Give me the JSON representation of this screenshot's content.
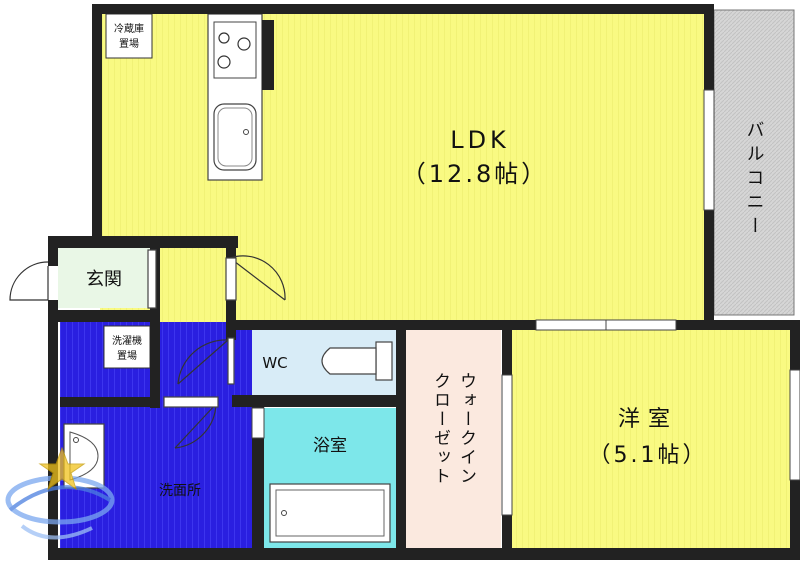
{
  "rooms": {
    "ldk": {
      "name": "LDK",
      "size": "（12.8帖）"
    },
    "western": {
      "name": "洋室",
      "size": "（5.1帖）"
    },
    "balcony": {
      "name": "バルコニー"
    },
    "entrance": {
      "name": "玄関"
    },
    "wc": {
      "name": "WC"
    },
    "bath": {
      "name": "浴室"
    },
    "washroom": {
      "name": "洗面所"
    },
    "closet": {
      "line1": "ウォークイン",
      "line2": "クローゼット"
    },
    "fridge": {
      "line1": "冷蔵庫",
      "line2": "置場"
    },
    "washer": {
      "line1": "洗濯機",
      "line2": "置場"
    }
  },
  "colors": {
    "ldk": "#f9fa82",
    "western": "#f9fa82",
    "balcony": "#d4d4d4",
    "entrance": "#e9f7e6",
    "wc": "#d8ecf7",
    "bath": "#7de7ea",
    "washroom": "#2a1fe0",
    "closet": "#fbe9df",
    "wall": "#222222"
  }
}
